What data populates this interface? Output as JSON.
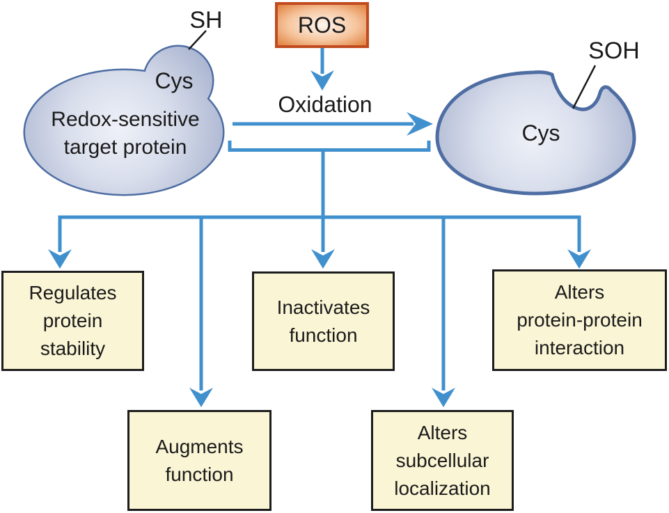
{
  "ros_box": {
    "label": "ROS"
  },
  "oxidation": {
    "label": "Oxidation"
  },
  "left_protein": {
    "name": "Redox-sensitive\ntarget protein",
    "residue_label": "Cys",
    "thiol_label": "SH"
  },
  "right_protein": {
    "residue_label": "Cys",
    "sulfenic_label": "SOH"
  },
  "outcomes": [
    {
      "label": "Regulates\nprotein\nstability"
    },
    {
      "label": "Augments\nfunction"
    },
    {
      "label": "Inactivates\nfunction"
    },
    {
      "label": "Alters\nsubcellular\nlocalization"
    },
    {
      "label": "Alters\nprotein-protein\ninteraction"
    }
  ],
  "colors": {
    "arrow_blue": "#4190ce",
    "protein_outline": "#4e6da3",
    "protein_fill_center": "#edf0f8",
    "protein_fill_edge": "#a7b2ce",
    "ros_border": "#c14b20",
    "ros_fill_center": "#fef6ef",
    "ros_fill_edge": "#e0803d",
    "outcome_fill": "#faf5d5",
    "outcome_border": "#1c1c1c",
    "text": "#1a1a1a",
    "background": "#ffffff"
  }
}
